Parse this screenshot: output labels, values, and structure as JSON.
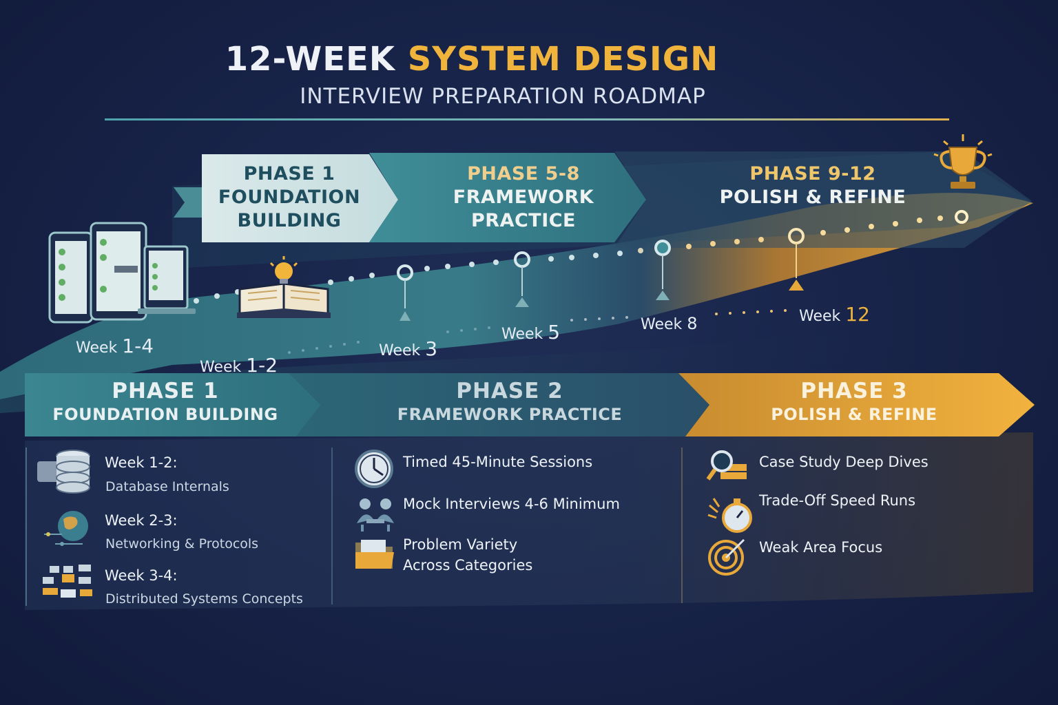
{
  "header": {
    "title_part1": "12-WEEK",
    "title_part2": "SYSTEM DESIGN",
    "subtitle": "INTERVIEW PREPARATION ROADMAP"
  },
  "roadmap": {
    "top_phases": [
      {
        "line1": "PHASE 1",
        "line2": "FOUNDATION",
        "line3": "BUILDING"
      },
      {
        "line1": "PHASE 5-8",
        "line2": "FRAMEWORK",
        "line3": "PRACTICE"
      },
      {
        "line1": "PHASE 9-12",
        "line2": "POLISH & REFINE",
        "line3": ""
      }
    ],
    "week_labels": [
      {
        "prefix": "Week",
        "num": "1-4"
      },
      {
        "prefix": "Week",
        "num": "1-2"
      },
      {
        "prefix": "Week",
        "num": "3"
      },
      {
        "prefix": "Week",
        "num": "5"
      },
      {
        "prefix": "Week",
        "num": "8"
      },
      {
        "prefix": "Week",
        "num": "12"
      }
    ]
  },
  "phases": [
    {
      "title": "PHASE 1",
      "subtitle": "FOUNDATION BUILDING",
      "items": [
        {
          "title": "Week 1-2:",
          "desc": "Database Internals",
          "icon": "database-icon"
        },
        {
          "title": "Week 2-3:",
          "desc": "Networking & Protocols",
          "icon": "globe-network-icon"
        },
        {
          "title": "Week 3-4:",
          "desc": "Distributed Systems Concepts",
          "icon": "distributed-blocks-icon"
        }
      ]
    },
    {
      "title": "PHASE  2",
      "subtitle": "FRAMEWORK  PRACTICE",
      "items": [
        {
          "line1": "Timed 45-Minute Sessions",
          "line2": "",
          "icon": "clock-icon"
        },
        {
          "line1": "Mock Interviews 4-6 Minimum",
          "line2": "",
          "icon": "people-meeting-icon"
        },
        {
          "line1": "Problem Variety",
          "line2": "Across Categories",
          "icon": "folder-icon"
        }
      ]
    },
    {
      "title": "PHASE 3",
      "subtitle": "POLISH & REFINE",
      "items": [
        {
          "line1": "Case Study Deep Dives",
          "icon": "magnifier-icon"
        },
        {
          "line1": "Trade-Off Speed Runs",
          "icon": "stopwatch-icon"
        },
        {
          "line1": "Weak Area Focus",
          "icon": "target-icon"
        }
      ]
    }
  ],
  "colors": {
    "teal": "#3e8c97",
    "gold": "#e8a93a",
    "navy": "#172247"
  }
}
